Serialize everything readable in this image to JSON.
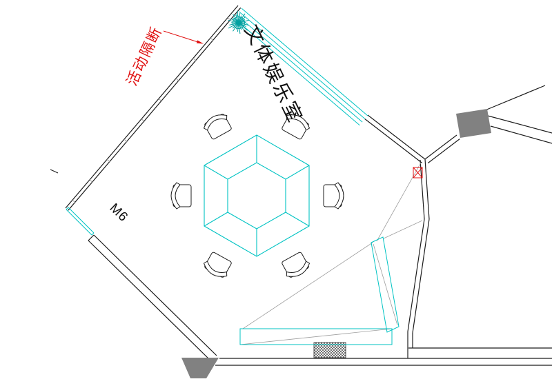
{
  "drawing": {
    "room_label": "文体娱乐室",
    "partition_label": "活动隔断",
    "door_label": "M6"
  },
  "colors": {
    "wall": "#1c1c1c",
    "furniture": "#00c3c3",
    "annotation_red": "#e01010",
    "column_fill": "#818181",
    "plant": "#00a0a0",
    "projection": "#9e9e9e",
    "background": "#ffffff",
    "text_black": "#111111"
  }
}
